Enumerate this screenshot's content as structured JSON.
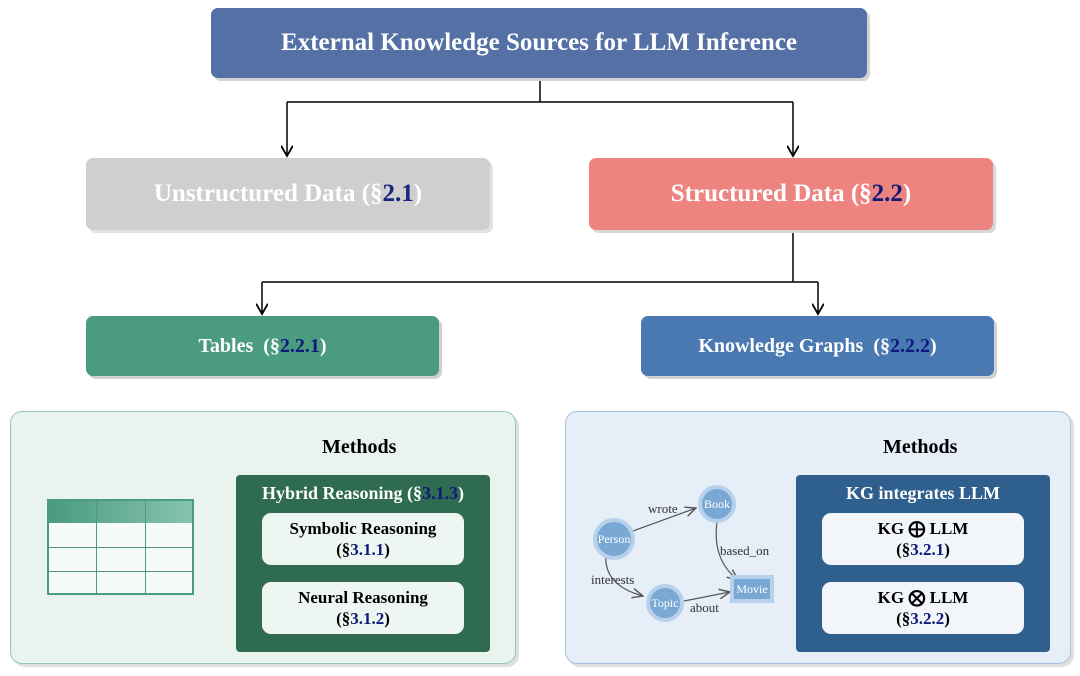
{
  "root": {
    "label": "External Knowledge Sources for LLM Inference"
  },
  "unstructured": {
    "label": "Unstructured Data (",
    "sec": "§",
    "ref": "2.1",
    "close": ")"
  },
  "structured": {
    "label": "Structured Data (",
    "sec": "§",
    "ref": "2.2",
    "close": ")"
  },
  "tables": {
    "label": "Tables  (",
    "sec": "§",
    "ref": "2.2.1",
    "close": ")"
  },
  "kgs": {
    "label": "Knowledge Graphs  (",
    "sec": "§",
    "ref": "2.2.2",
    "close": ")"
  },
  "left_panel": {
    "title": "Methods",
    "group": {
      "label": "Hybrid Reasoning (",
      "sec": "§",
      "ref": "3.1.3",
      "close": ")"
    },
    "items": [
      {
        "label": "Symbolic Reasoning",
        "open": "(§",
        "ref": "3.1.1",
        "close": ")"
      },
      {
        "label": "Neural Reasoning",
        "open": "(§",
        "ref": "3.1.2",
        "close": ")"
      }
    ]
  },
  "right_panel": {
    "title": "Methods",
    "group": {
      "label": "KG integrates LLM"
    },
    "items": [
      {
        "label": "KG ⨁ LLM",
        "open": "(§",
        "ref": "3.2.1",
        "close": ")"
      },
      {
        "label": "KG ⨂ LLM",
        "open": "(§",
        "ref": "3.2.2",
        "close": ")"
      }
    ]
  },
  "graph": {
    "nodes": {
      "person": "Person",
      "book": "Book",
      "topic": "Topic",
      "movie": "Movie"
    },
    "edges": {
      "wrote": "wrote",
      "based_on": "based_on",
      "interests": "interests",
      "about": "about"
    }
  },
  "colors": {
    "root": "#5470a4",
    "unstructured": "#cfcfcf",
    "structured": "#ee8480",
    "tables": "#4a9b80",
    "kgs": "#4a78b0",
    "ref": "#0d1a7a"
  }
}
